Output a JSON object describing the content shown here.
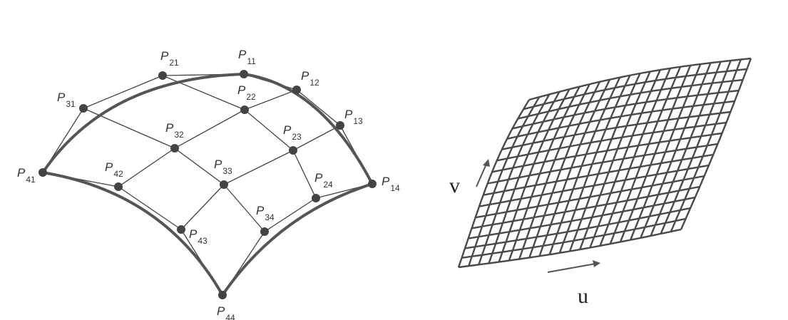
{
  "control_net": {
    "prefix": "P",
    "points": [
      {
        "id": "11",
        "label": "P",
        "sub": "11"
      },
      {
        "id": "12",
        "label": "P",
        "sub": "12"
      },
      {
        "id": "13",
        "label": "P",
        "sub": "13"
      },
      {
        "id": "14",
        "label": "P",
        "sub": "14"
      },
      {
        "id": "21",
        "label": "P",
        "sub": "21"
      },
      {
        "id": "22",
        "label": "P",
        "sub": "22"
      },
      {
        "id": "23",
        "label": "P",
        "sub": "23"
      },
      {
        "id": "24",
        "label": "P",
        "sub": "24"
      },
      {
        "id": "31",
        "label": "P",
        "sub": "31"
      },
      {
        "id": "32",
        "label": "P",
        "sub": "32"
      },
      {
        "id": "33",
        "label": "P",
        "sub": "33"
      },
      {
        "id": "34",
        "label": "P",
        "sub": "34"
      },
      {
        "id": "41",
        "label": "P",
        "sub": "41"
      },
      {
        "id": "42",
        "label": "P",
        "sub": "42"
      },
      {
        "id": "43",
        "label": "P",
        "sub": "43"
      },
      {
        "id": "44",
        "label": "P",
        "sub": "44"
      }
    ]
  },
  "parameter_grid": {
    "u_label": "u",
    "v_label": "v"
  },
  "colors": {
    "line": "#444444",
    "point": "#444444",
    "boundary": "#555555"
  }
}
